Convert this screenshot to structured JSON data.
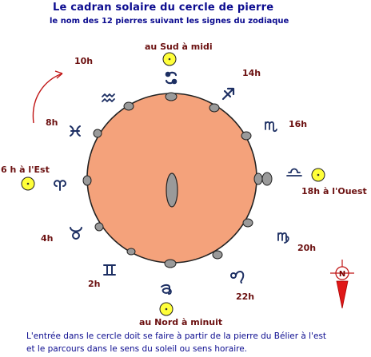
{
  "title": "Le cadran solaire du cercle de  pierre",
  "subtitle": "le nom des 12 pierres suivant les signes du zodiaque",
  "cardinal_labels": {
    "south": "au Sud à midi",
    "north": "au Nord à minuit",
    "east": "6 h à l'Est",
    "west": "18h à l'Ouest"
  },
  "hours": {
    "h10": "10h",
    "h14": "14h",
    "h8": "8h",
    "h16": "16h",
    "h4": "4h",
    "h20": "20h",
    "h2": "2h",
    "h22": "22h"
  },
  "footer": {
    "line1": "L'entrée dans le cercle doit se faire à partir de la pierre du Bélier à l'est",
    "line2": "et le parcours dans le sens du soleil ou sens horaire."
  },
  "colors": {
    "circle_fill": "#f4a27b",
    "stone": "#9a9a9a",
    "sun": "#ffff3a",
    "sign_blue": "#1d2f63",
    "arrow_red": "#c01414"
  },
  "zodiac_icons": [
    "cancer-icon",
    "leo-icon",
    "virgo-icon",
    "libra-icon",
    "scorpio-icon",
    "sagittarius-icon",
    "capricorn-icon",
    "aquarius-icon",
    "pisces-icon",
    "aries-icon",
    "taurus-icon",
    "gemini-icon"
  ],
  "compass_letters": "N"
}
